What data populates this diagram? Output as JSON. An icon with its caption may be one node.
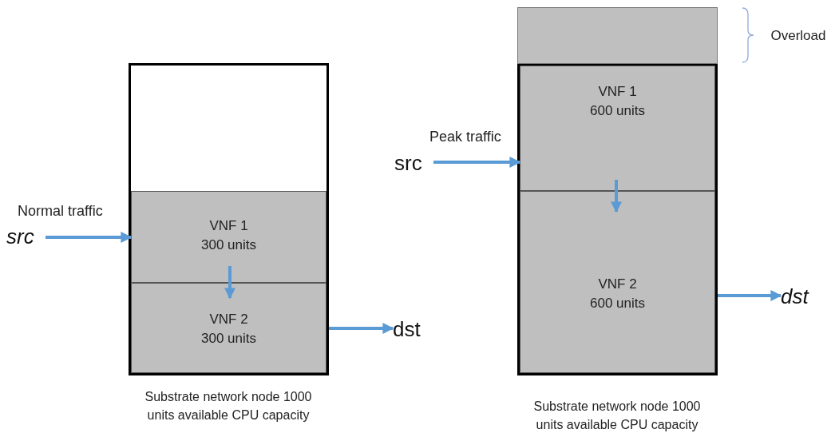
{
  "diagram": {
    "nodes": [
      {
        "text": [],
        "shape": "box",
        "beside": [
          "Substrate network node 1000 units available CPU capacity"
        ]
      },
      {
        "text": [
          "VNF 1 300 units"
        ],
        "in": 0
      },
      {
        "text": [
          "VNF 2 300 units"
        ],
        "in": 0
      },
      {
        "text": [
          "src"
        ]
      },
      {
        "text": [
          "dst"
        ]
      },
      {
        "text": [],
        "shape": "box",
        "beside": [
          "Substrate network node 1000 units available CPU capacity"
        ]
      },
      {
        "text": [],
        "shape": "box",
        "beside": [
          "Overload"
        ]
      },
      {
        "text": [
          "VNF 1 600 units"
        ],
        "in": 5
      },
      {
        "text": [
          "VNF 2 600 units"
        ],
        "in": 5
      },
      {
        "text": [
          "src"
        ]
      },
      {
        "text": [
          "dst"
        ]
      }
    ],
    "edges": [
      {
        "from": 3,
        "to": 1,
        "arrow": "to",
        "label": "Normal traffic"
      },
      {
        "from": 1,
        "to": 2,
        "arrow": "to"
      },
      {
        "from": 2,
        "to": 4,
        "arrow": "to"
      },
      {
        "from": 9,
        "to": 7,
        "arrow": "to",
        "label": "Peak traffic"
      },
      {
        "from": 7,
        "to": 8,
        "arrow": "to"
      },
      {
        "from": 8,
        "to": 10,
        "arrow": "to"
      }
    ]
  }
}
